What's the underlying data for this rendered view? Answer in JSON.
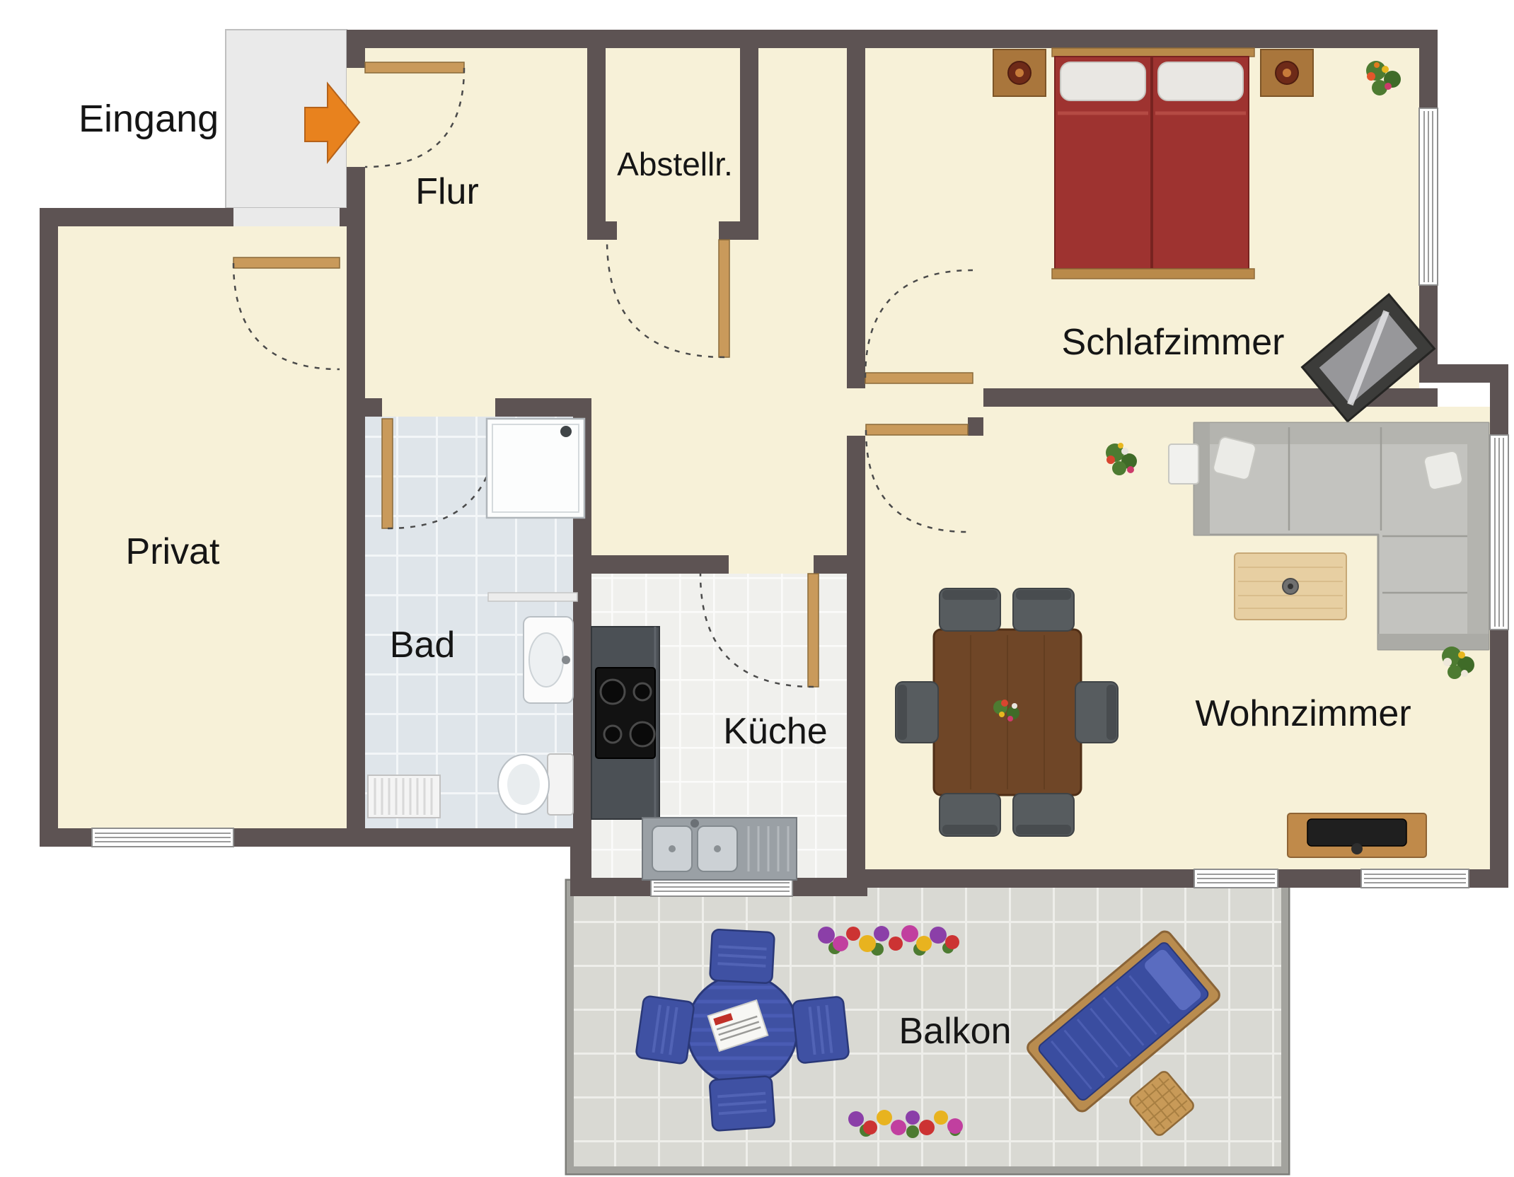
{
  "diagram": {
    "type": "floor-plan",
    "language": "de"
  },
  "labels": {
    "entrance": "Eingang",
    "hall": "Flur",
    "storage": "Abstellr.",
    "bedroom": "Schlafzimmer",
    "private": "Privat",
    "bath": "Bad",
    "kitchen": "Küche",
    "living": "Wohnzimmer",
    "balcony": "Balkon"
  },
  "entrance_arrow": {
    "icon": "arrow-right",
    "color": "#e8821e"
  },
  "colors": {
    "wall": "#5d5353",
    "floor_cream": "#f7f1d8",
    "landing_gray": "#eaeaea",
    "bath_tile": "#dfe5ea",
    "kitchen_tile": "#f0f0ed",
    "balcony_tile": "#d9d9d3",
    "door_wood": "#c99a5b",
    "bed_red": "#9e3330",
    "sofa_gray": "#c3c3bf",
    "furniture_wood": "#c08a4a",
    "dining_wood": "#6f4627",
    "balcony_blue": "#3f51a3"
  }
}
